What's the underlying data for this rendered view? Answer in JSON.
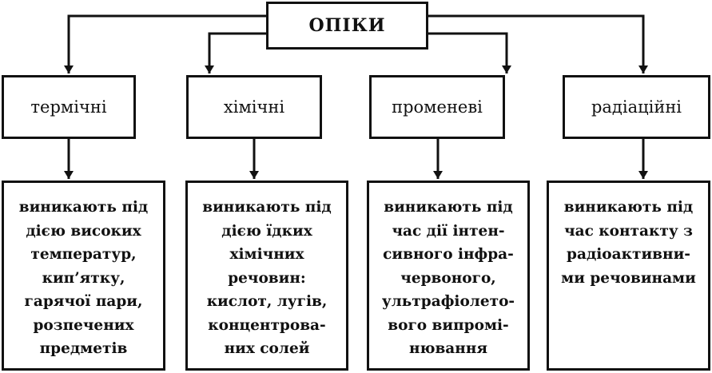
{
  "title": "ОПІКИ",
  "categories": [
    {
      "name": "термічні",
      "description_lines": [
        "виникають під",
        "дією високих",
        "температур,",
        "кип’ятку,",
        "гарячої пари,",
        "розпечених",
        "предметів"
      ]
    },
    {
      "name": "хімічні",
      "description_lines": [
        "виникають під",
        "дією їдких",
        "хімічних",
        "речовин:",
        "кислот, лугів,",
        "концентрова-",
        "них солей"
      ]
    },
    {
      "name": "променеві",
      "description_lines": [
        "виникають під",
        "час дії інтен-",
        "сивного інфра-",
        "червоного,",
        "ультрафіолето-",
        "вого випромі-",
        "нювання"
      ]
    },
    {
      "name": "радіаційні",
      "description_lines": [
        "виникають під",
        "час контакту з",
        "радіоактивни-",
        "ми речовинами"
      ]
    }
  ]
}
